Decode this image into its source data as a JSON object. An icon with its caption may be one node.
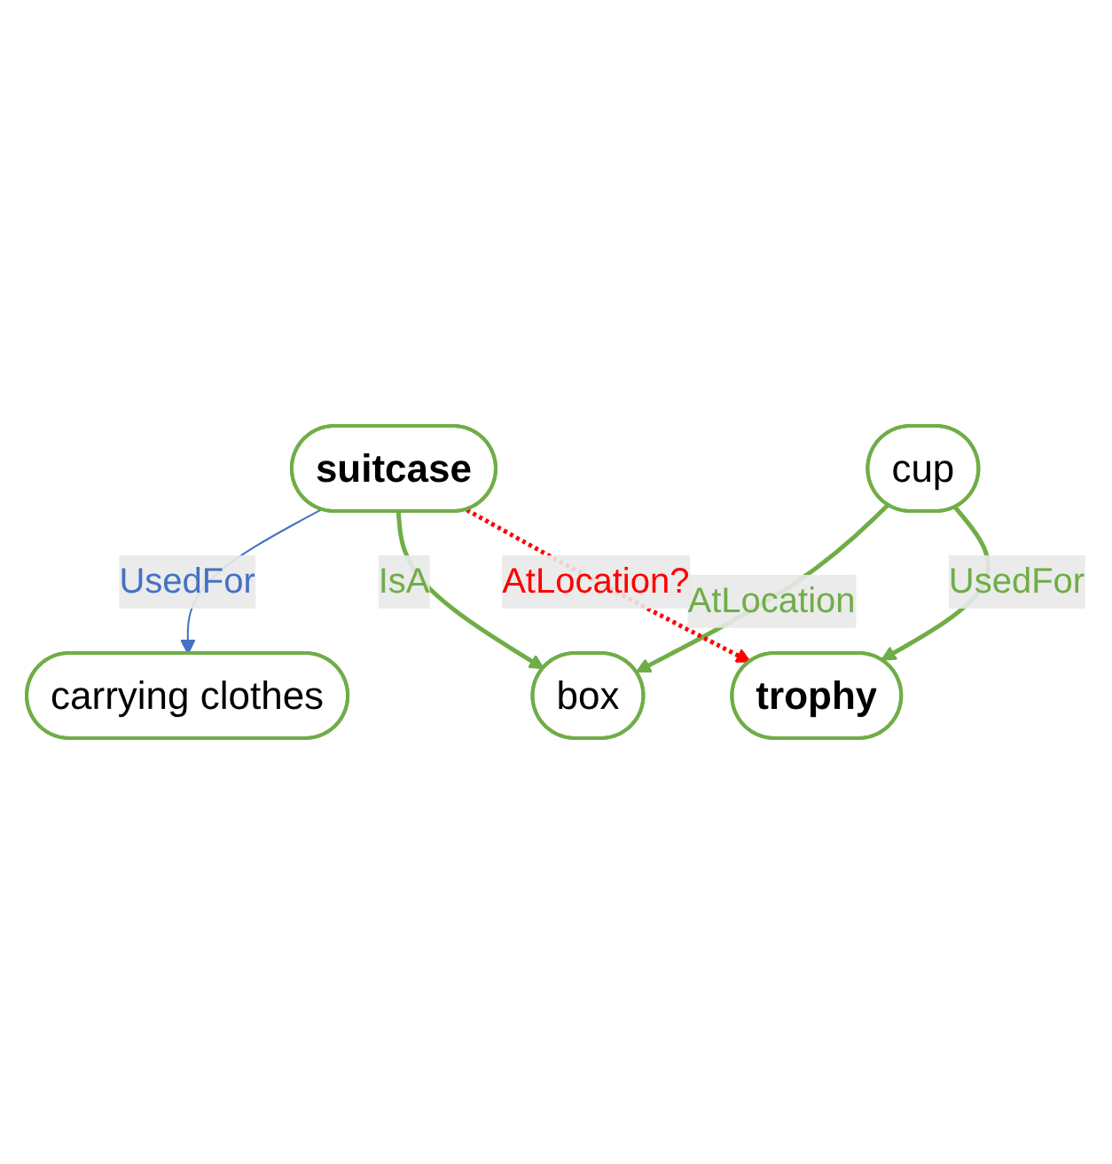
{
  "diagram": {
    "nodes": [
      {
        "text": [
          "carrying clothes"
        ]
      },
      {
        "text": [
          "suitcase"
        ]
      },
      {
        "text": [
          "box"
        ]
      },
      {
        "text": [
          "cup"
        ]
      },
      {
        "text": [
          "trophy"
        ]
      }
    ],
    "edges": [
      {
        "from": 1,
        "to": 0,
        "arrow": "to",
        "label": "UsedFor",
        "color": "#4472c4"
      },
      {
        "from": 1,
        "to": 2,
        "arrow": "to",
        "label": "IsA"
      },
      {
        "from": 3,
        "to": 2,
        "arrow": "to",
        "label": "AtLocation"
      },
      {
        "from": 3,
        "to": 4,
        "arrow": "to",
        "label": "UsedFor"
      },
      {
        "from": 1,
        "to": 4,
        "arrow": "to",
        "label": "AtLocation?",
        "style": "dashed",
        "color": "#ff0000"
      }
    ]
  }
}
